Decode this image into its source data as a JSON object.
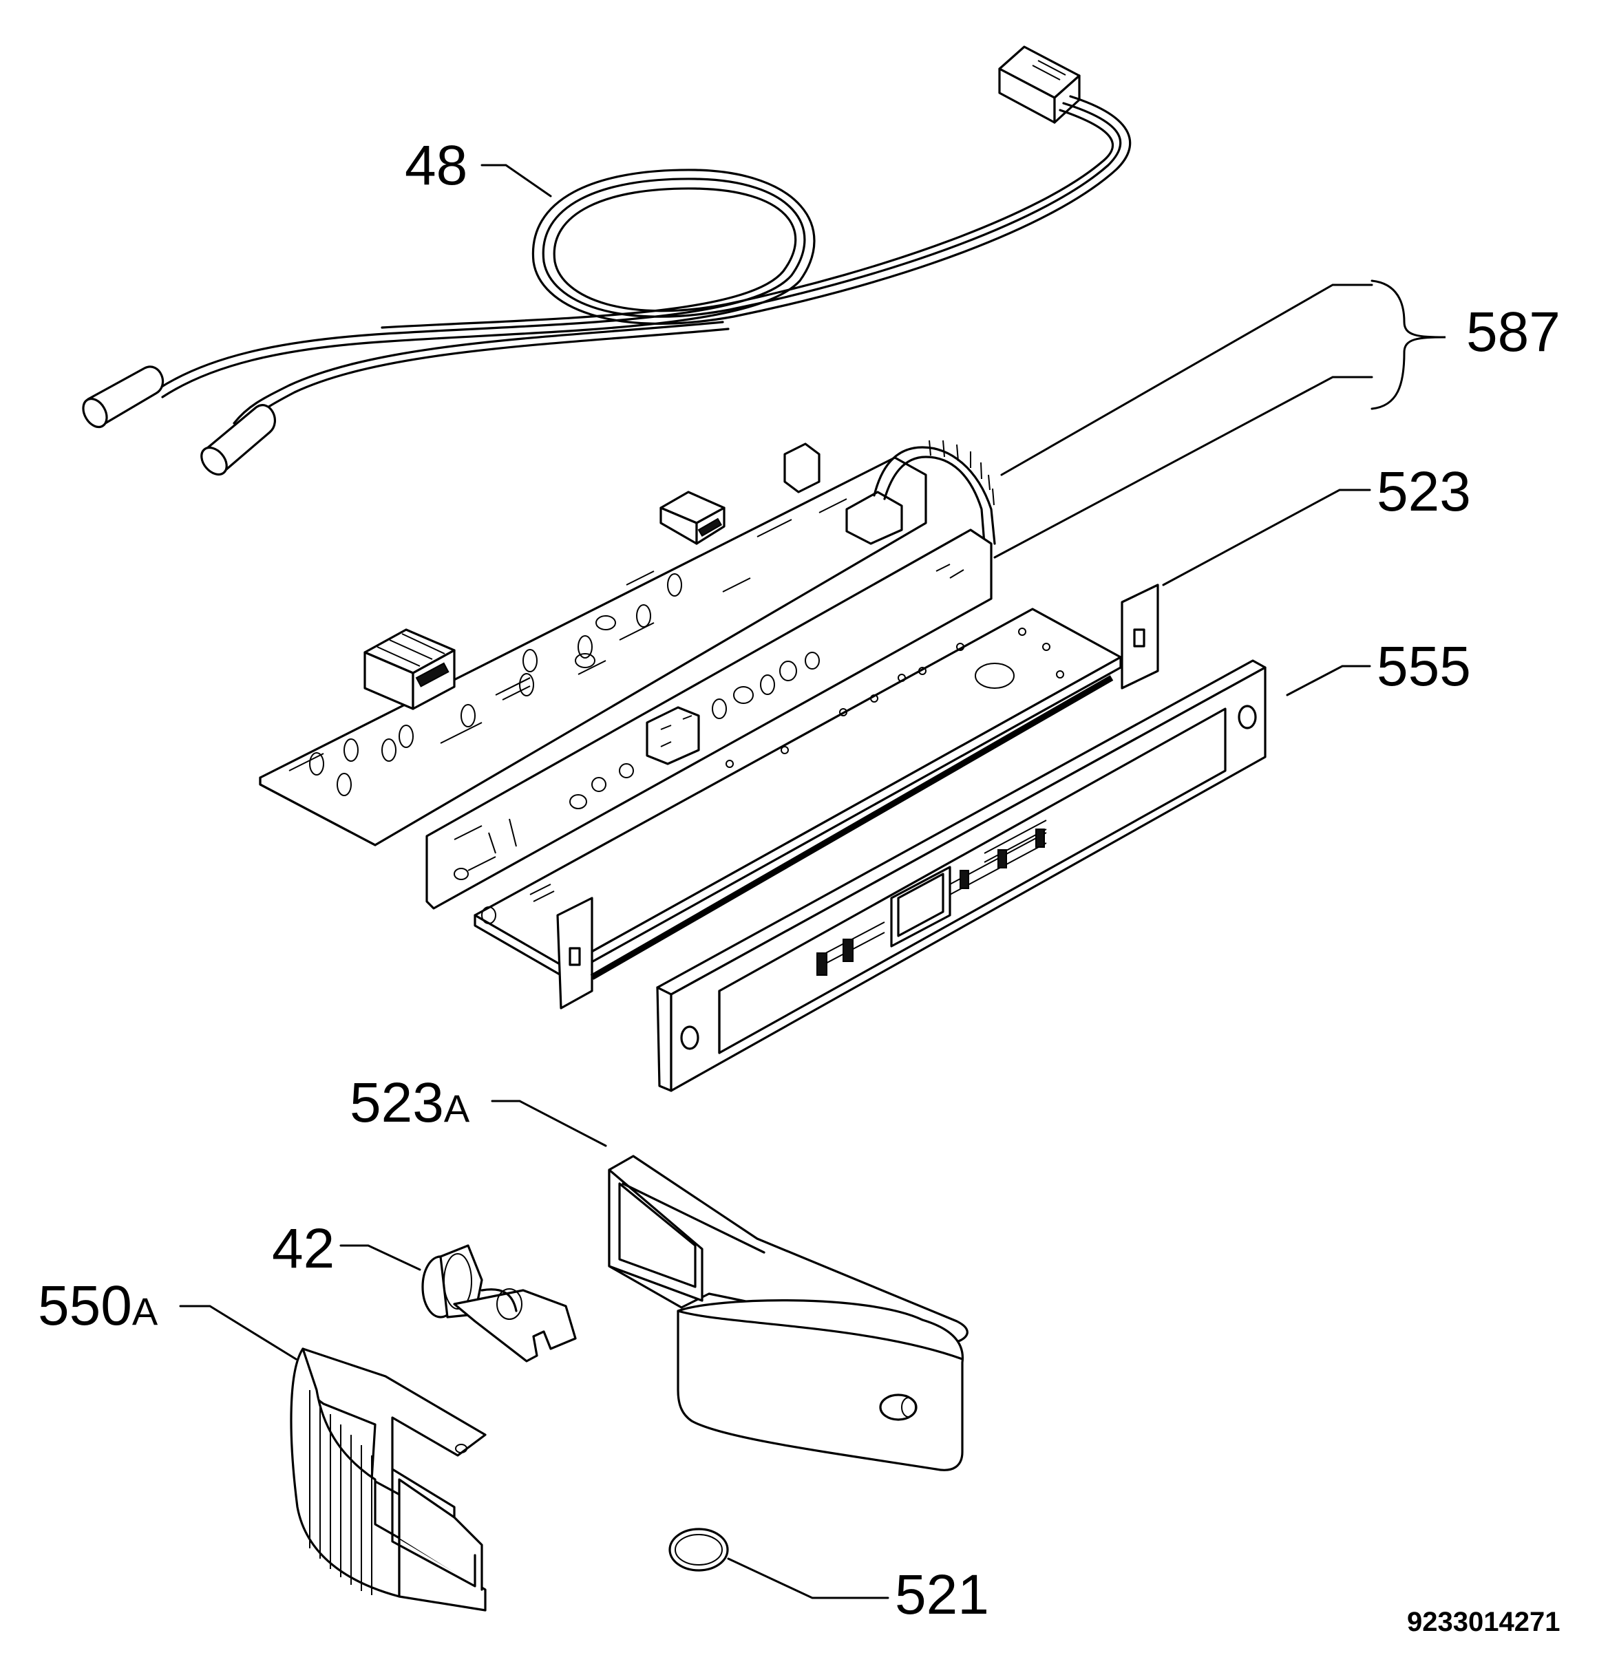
{
  "diagram": {
    "callouts": {
      "p48": "48",
      "p587": "587",
      "p523": "523",
      "p555": "555",
      "p523a": {
        "number": "523",
        "suffix": "A"
      },
      "p42": "42",
      "p550a": {
        "number": "550",
        "suffix": "A"
      },
      "p521": "521"
    },
    "document_number": "9233014271"
  }
}
